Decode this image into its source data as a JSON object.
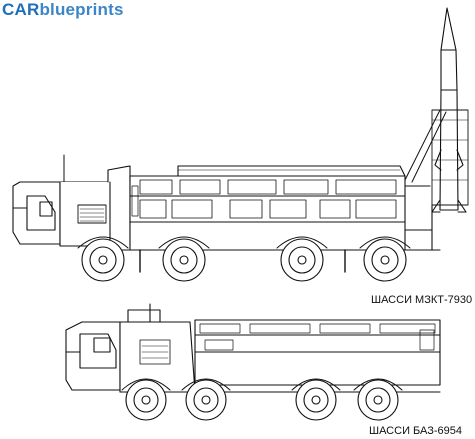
{
  "brand": {
    "part1": "CAR",
    "part2": "blueprints"
  },
  "vehicles": [
    {
      "caption": "ШАССИ МЗКТ-7930"
    },
    {
      "caption": "ШАССИ БАЗ-6954"
    }
  ],
  "colors": {
    "brand": "#1f6fb8",
    "line": "#111111"
  }
}
